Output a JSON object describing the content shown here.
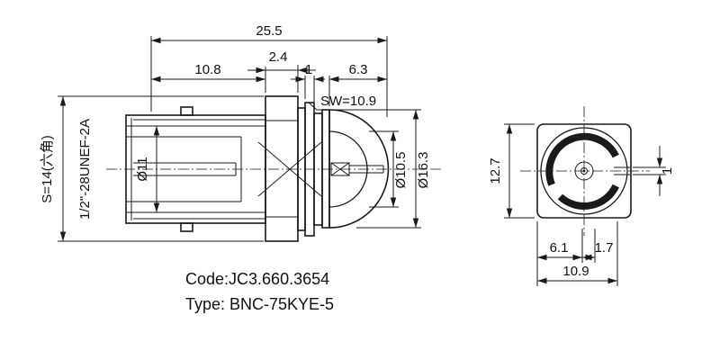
{
  "drawing": {
    "side_view": {
      "dim_total": "25.5",
      "dim_barrel": "10.8",
      "dim_hex": "2.4",
      "dim_washer": "1",
      "dim_rear": "6.3",
      "sw_label": "SW=10.9",
      "hex_label": "S=14(六角)",
      "thread_label": "1/2\"-28UNEF-2A",
      "dia_bore": "Ø11",
      "dia_inner": "Ø10.5",
      "dia_outer": "Ø16.3"
    },
    "front_view": {
      "dim_height": "12.7",
      "dim_slot": "1",
      "dim_offset": "6.1",
      "dim_slot_depth": "1.7",
      "dim_width": "10.9"
    },
    "caption": {
      "code": "Code:JC3.660.3654",
      "type": "Type: BNC-75KYE-5"
    }
  }
}
